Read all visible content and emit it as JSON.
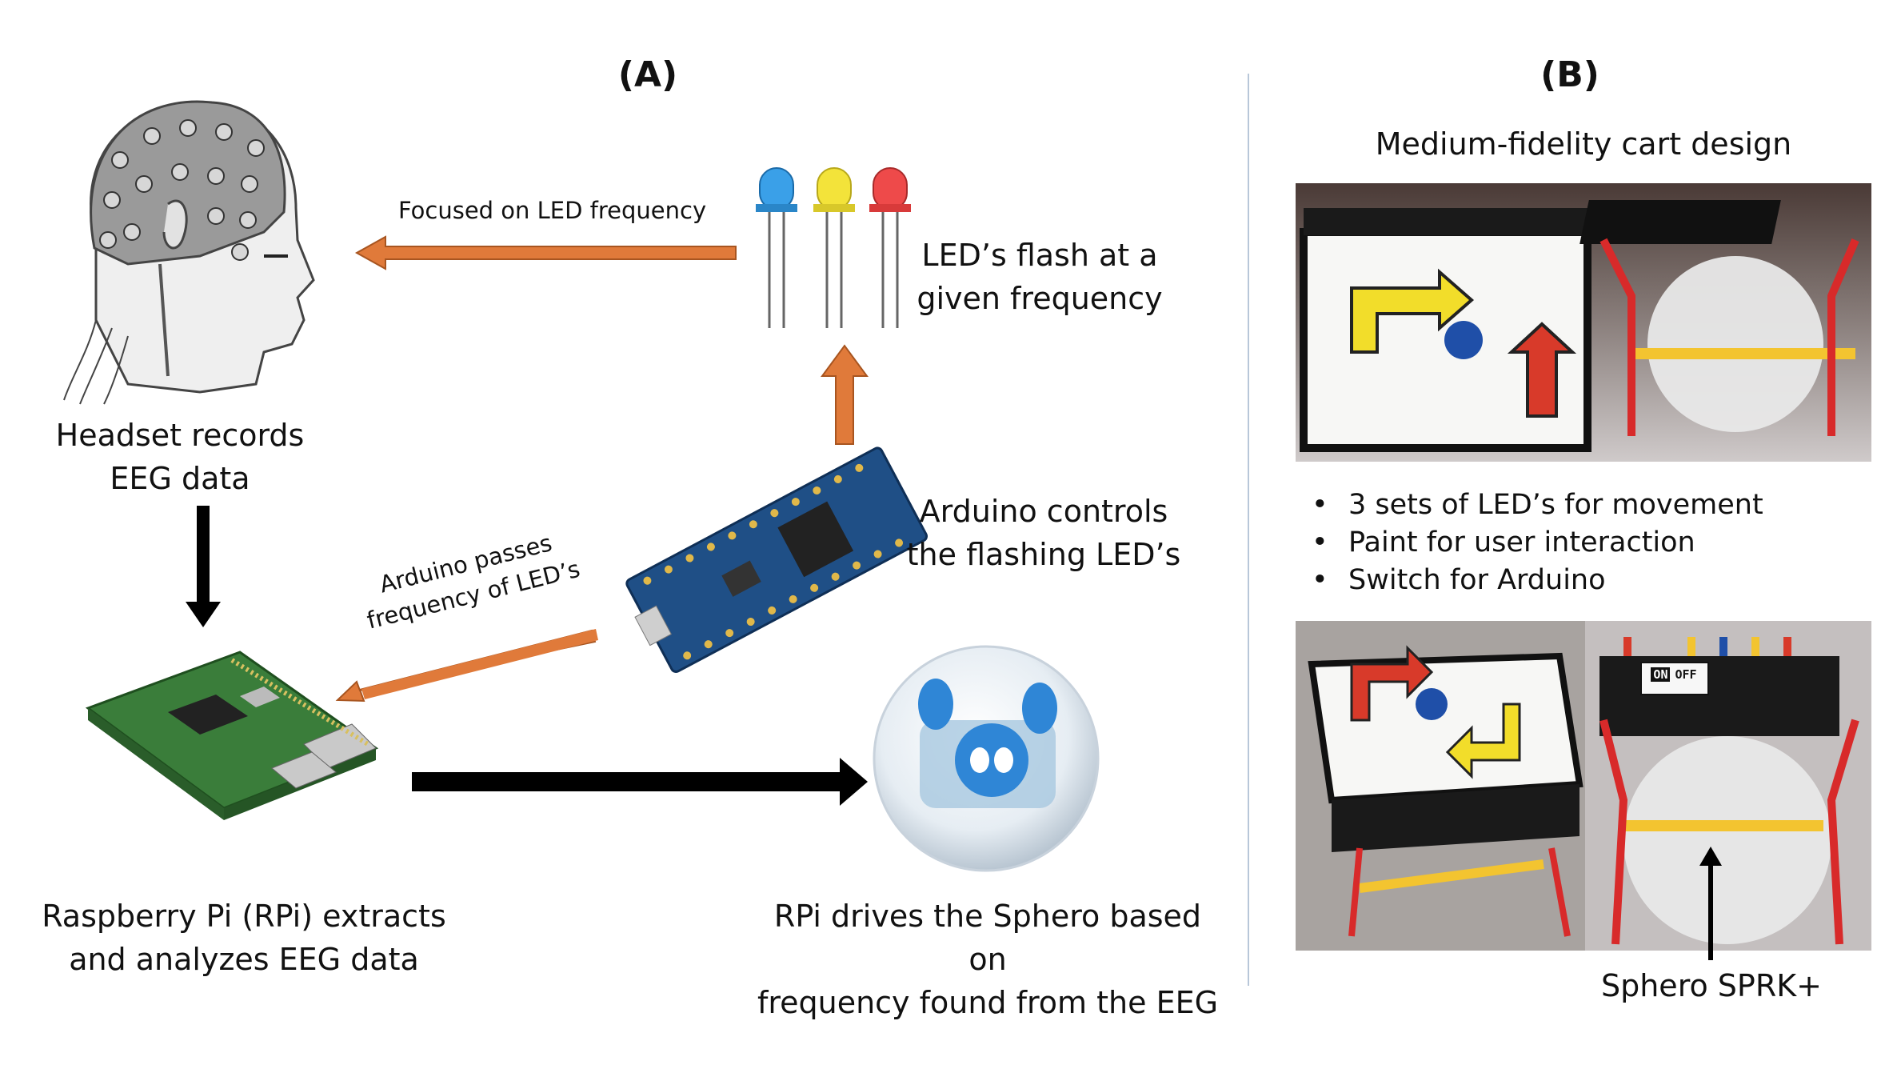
{
  "panels": {
    "a": "(A)",
    "b": "(B)"
  },
  "captions": {
    "headset": [
      "Headset records",
      "EEG data"
    ],
    "leds": [
      "LED’s flash at a",
      "given frequency"
    ],
    "arduino": [
      "Arduino controls",
      "the flashing LED’s"
    ],
    "rpi": [
      "Raspberry Pi (RPi) extracts",
      "and analyzes EEG data"
    ],
    "sphero": [
      "RPi drives the Sphero based on",
      "frequency found from the EEG"
    ]
  },
  "arrows": {
    "focused": "Focused on LED frequency",
    "passes": [
      "Arduino passes",
      "frequency of LED’s"
    ]
  },
  "right_panel": {
    "title": "Medium-fidelity cart design",
    "bullets": [
      "3 sets of LED’s for movement",
      "Paint for user interaction",
      "Switch for Arduino"
    ],
    "sphero_label": "Sphero SPRK+",
    "switch_text": [
      "ON",
      "OFF"
    ]
  },
  "colors": {
    "arrow_orange": "#e07a3a",
    "arrow_black": "#000000",
    "divider": "#b8c7d9"
  }
}
